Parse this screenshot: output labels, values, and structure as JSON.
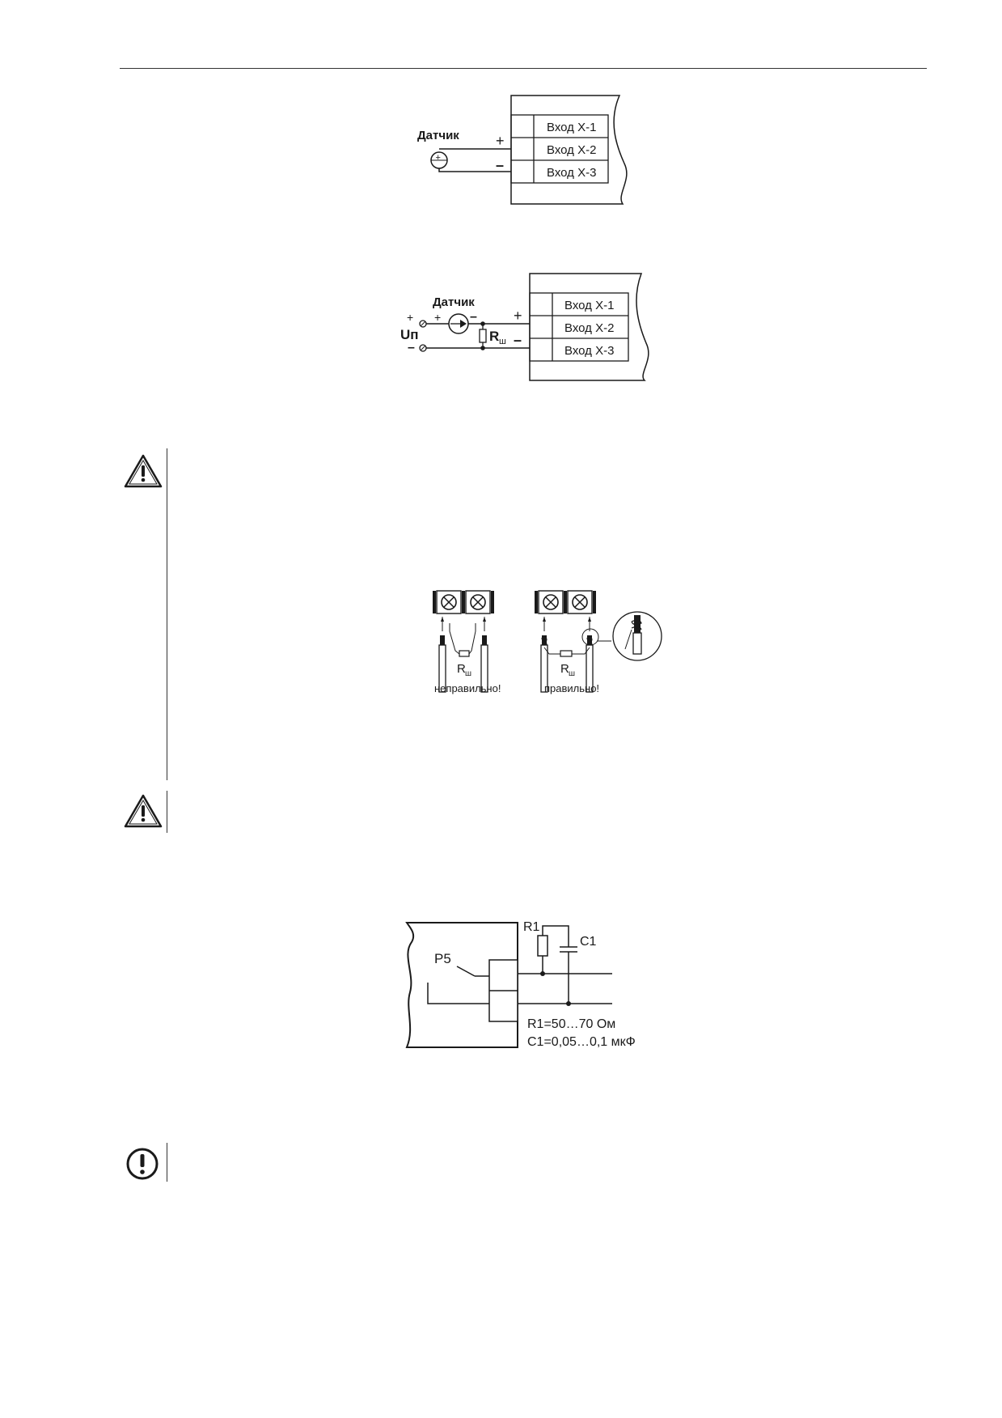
{
  "diagram1": {
    "sensor_label": "Датчик",
    "plus": "+",
    "minus": "–",
    "inputs": [
      "Вход Х-1",
      "Вход Х-2",
      "Вход Х-3"
    ]
  },
  "diagram2": {
    "sensor_label": "Датчик",
    "supply_plus": "+",
    "supply_minus": "–",
    "supply_label": "Uп",
    "sensor_plus": "+",
    "sensor_minus": "–",
    "resistor_main": "R",
    "resistor_sub": "ш",
    "plus": "+",
    "minus": "–",
    "inputs": [
      "Вход Х-1",
      "Вход Х-2",
      "Вход Х-3"
    ]
  },
  "diagram3": {
    "resistor_main": "R",
    "resistor_sub": "ш",
    "wrong_caption": "неправильно!",
    "right_caption": "правильно!"
  },
  "diagram4": {
    "relay_label": "Р5",
    "r_label": "R1",
    "c_label": "C1",
    "r_value": "R1=50…70 Ом",
    "c_value": "C1=0,05…0,1 мкФ"
  }
}
